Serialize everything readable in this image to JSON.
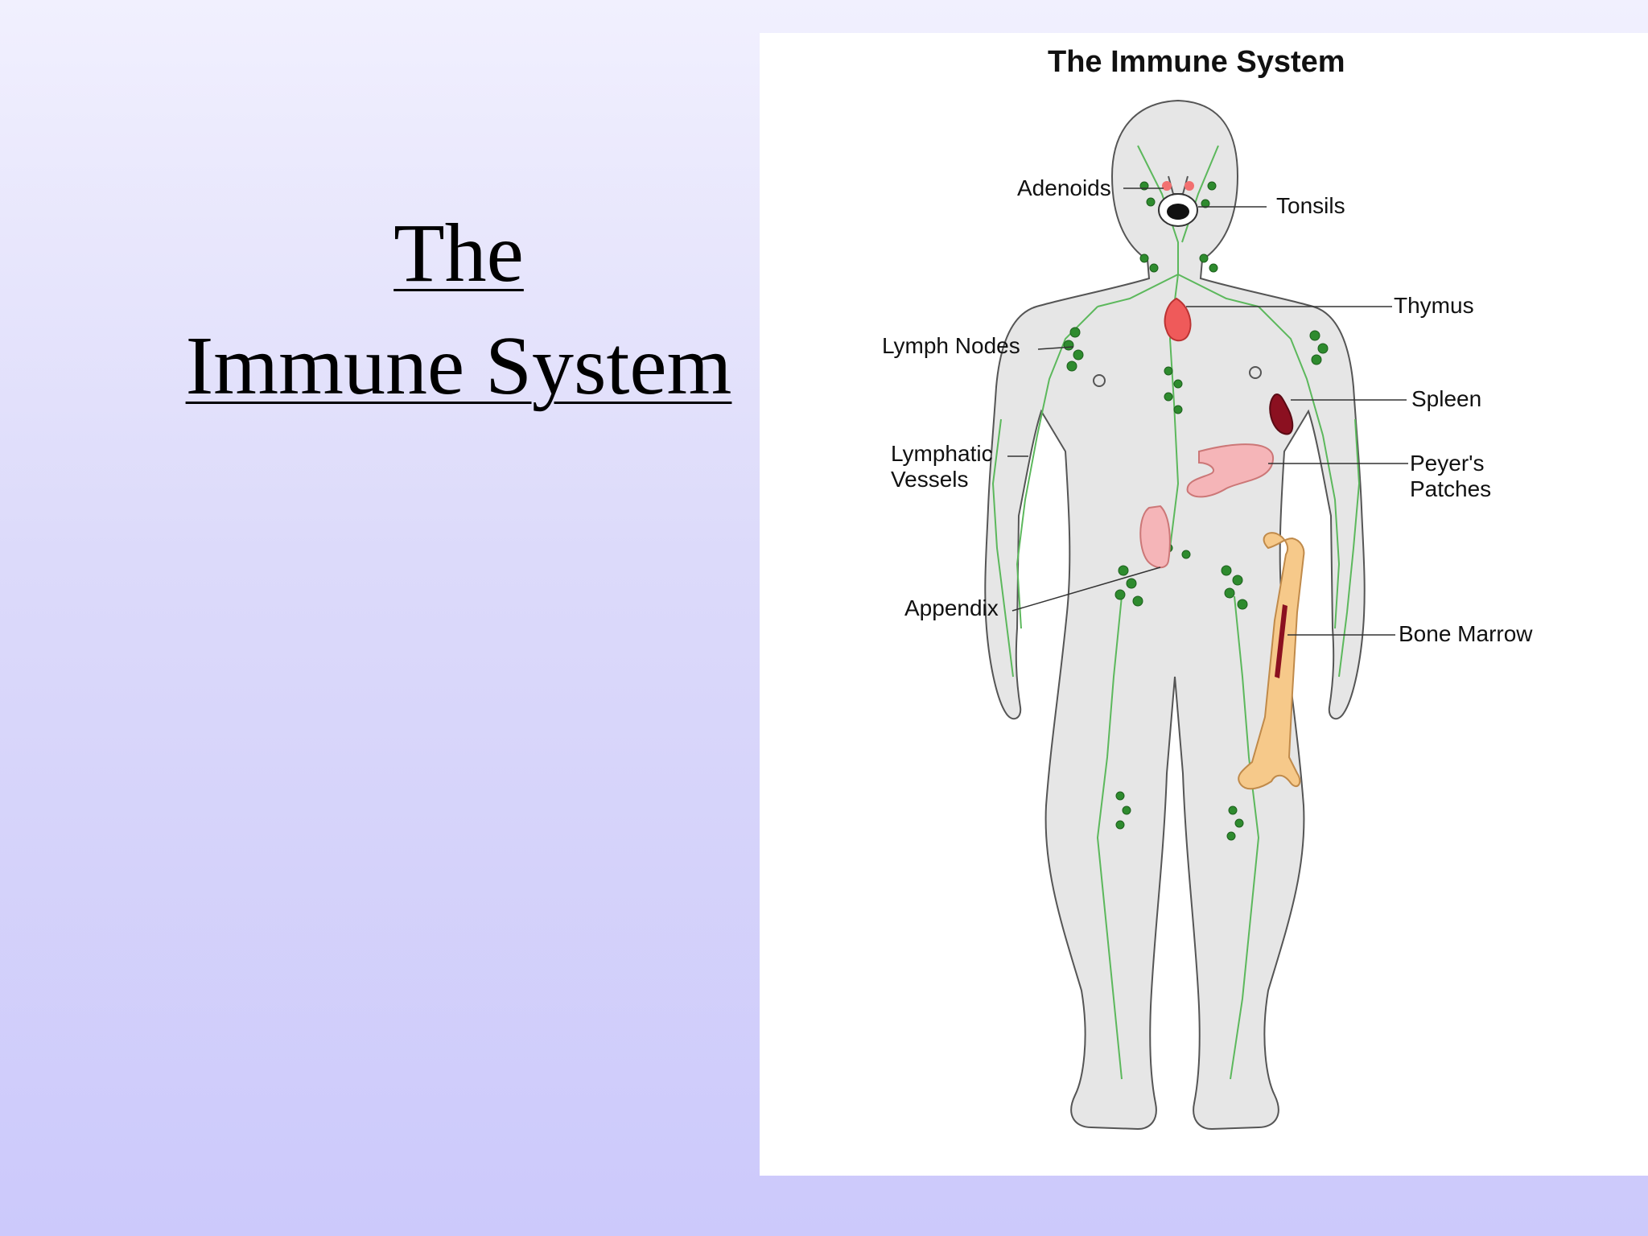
{
  "slide": {
    "title_line1": "The ",
    "title_line2": "Immune System"
  },
  "figure": {
    "title": "The Immune System",
    "labels": {
      "adenoids": "Adenoids",
      "tonsils": "Tonsils",
      "thymus": "Thymus",
      "lymph_nodes": "Lymph Nodes",
      "spleen": "Spleen",
      "lymphatic_vessels_1": "Lymphatic",
      "lymphatic_vessels_2": "Vessels",
      "peyers_patches_1": "Peyer's",
      "peyers_patches_2": "Patches",
      "appendix": "Appendix",
      "bone_marrow": "Bone Marrow"
    },
    "colors": {
      "body": "#e6e6e6",
      "vessels": "#5cb85c",
      "nodes": "#2e8b2e",
      "thymus": "#ef5a5a",
      "spleen": "#8b1020",
      "intestine": "#f5b5b8",
      "bone": "#f6c98a",
      "marrow": "#8b1020"
    }
  }
}
